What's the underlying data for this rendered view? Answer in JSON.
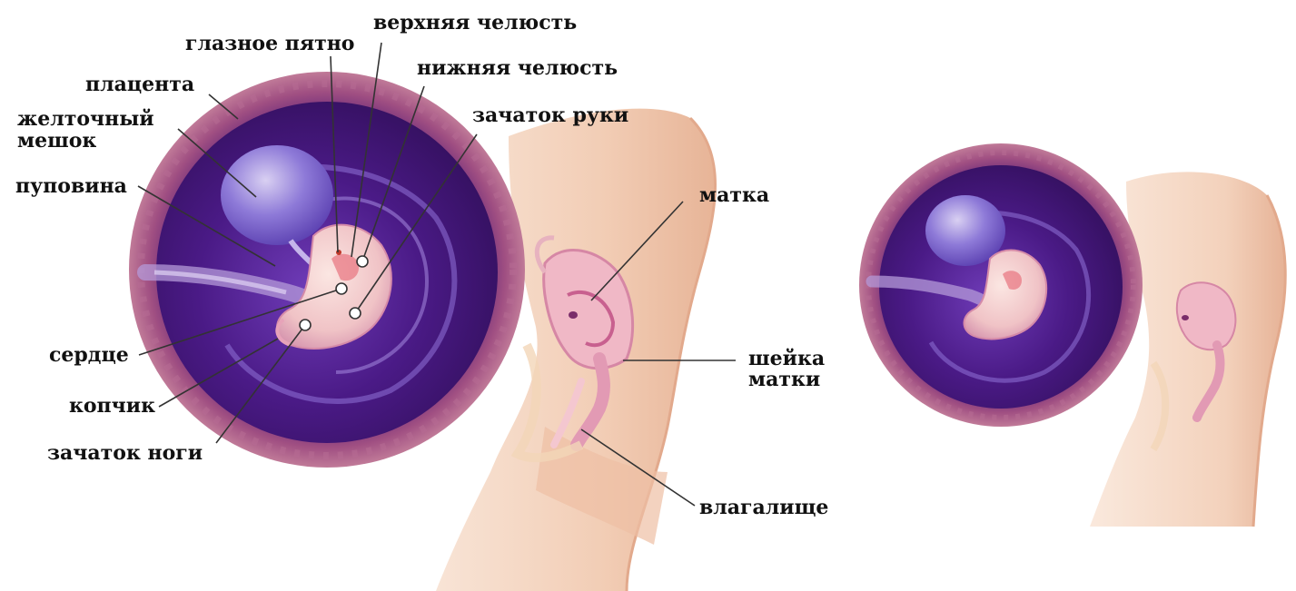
{
  "colors": {
    "skin": "#f6d7c2",
    "skin_shadow": "#e9b69a",
    "skin_deep": "#d99a7a",
    "uterus_wall": "#a0507e",
    "placenta": "#9c4a78",
    "amnion": "#4b1b86",
    "amnion_light": "#7a4cc2",
    "yolk_sac": "#6a58c8",
    "embryo": "#f1c9c9",
    "organ_pink": "#e69bb4",
    "leader_line": "#333333"
  },
  "labels": {
    "eye_spot": "глазное пятно",
    "upper_jaw": "верхняя челюсть",
    "lower_jaw": "нижняя челюсть",
    "placenta": "плацента",
    "yolk_sac_line1": "желточный",
    "yolk_sac_line2": "мешок",
    "arm_bud": "зачаток руки",
    "umbilical_cord": "пуповина",
    "uterus": "матка",
    "heart": "сердце",
    "cervix_line1": "шейка",
    "cervix_line2": "матки",
    "coccyx": "копчик",
    "leg_bud": "зачаток ноги",
    "vagina": "влагалище"
  }
}
